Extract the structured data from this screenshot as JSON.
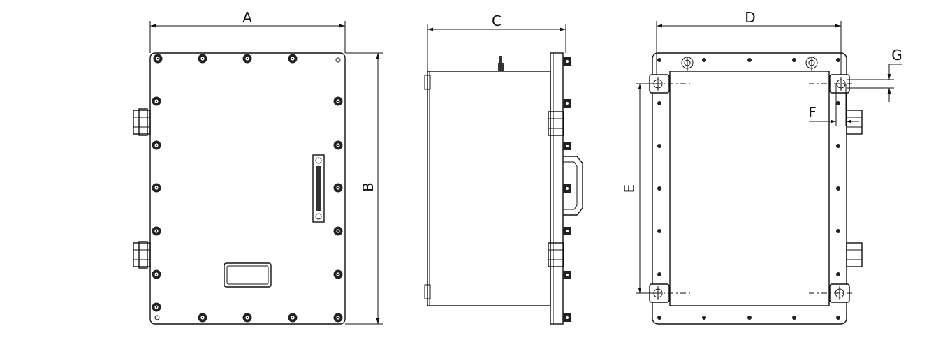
{
  "labels": {
    "A": "A",
    "B": "B",
    "C": "C",
    "D": "D",
    "E": "E",
    "F": "F",
    "G": "G"
  },
  "views": [
    "front-view",
    "side-view",
    "rear-view"
  ],
  "colors": {
    "line": "#111111",
    "background": "#ffffff"
  }
}
